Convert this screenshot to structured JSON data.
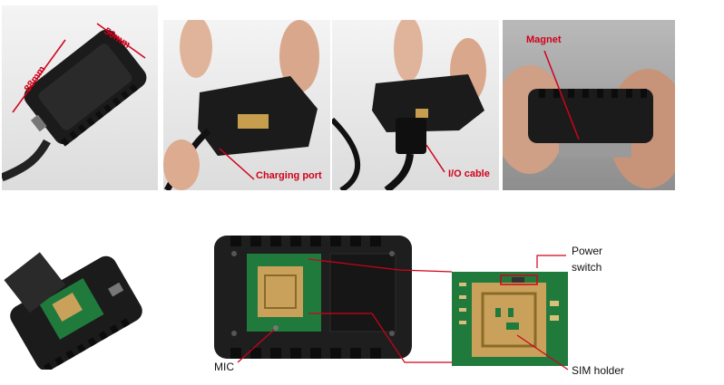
{
  "panels": {
    "dimensions": {
      "length_label": "88mm",
      "width_label": "50mm"
    },
    "charging": {
      "label": "Charging port"
    },
    "io": {
      "label": "I/O cable"
    },
    "magnet": {
      "label": "Magnet"
    },
    "internal": {
      "power_label_line1": "Power",
      "power_label_line2": "switch",
      "mic_label": "MIC",
      "sim_label": "SIM holder"
    }
  },
  "colors": {
    "annotation": "#d0021b",
    "device": "#1b1b1b",
    "pcb": "#1f7a3c",
    "sim_gold": "#c9a15a"
  }
}
